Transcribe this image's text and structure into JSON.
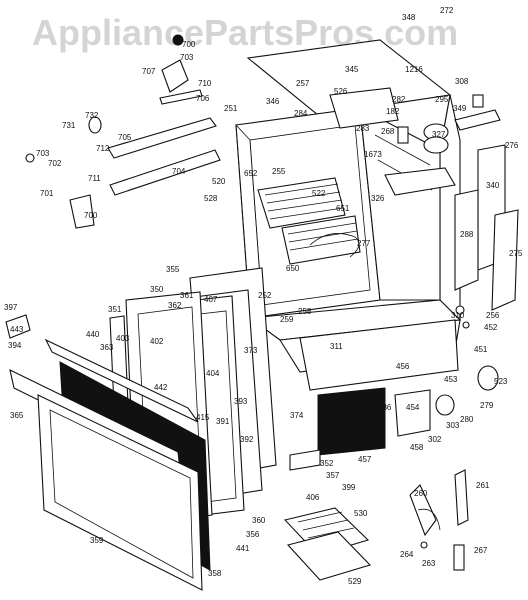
{
  "watermark": "AppliancePartsPros.com",
  "part_numbers": [
    "348",
    "272",
    "700",
    "345",
    "1216",
    "308",
    "703",
    "707",
    "710",
    "257",
    "526",
    "282",
    "295",
    "349",
    "706",
    "346",
    "284",
    "182",
    "731",
    "732",
    "251",
    "283",
    "327",
    "268",
    "705",
    "712",
    "703",
    "702",
    "1673",
    "276",
    "711",
    "701",
    "704",
    "255",
    "652",
    "522",
    "520",
    "326",
    "340",
    "528",
    "651",
    "700",
    "288",
    "277",
    "650",
    "275",
    "355",
    "397",
    "351",
    "361",
    "362",
    "407",
    "256",
    "443",
    "350",
    "252",
    "259",
    "258",
    "310",
    "452",
    "440",
    "403",
    "402",
    "373",
    "311",
    "363",
    "394",
    "404",
    "451",
    "456",
    "442",
    "393",
    "453",
    "523",
    "365",
    "415",
    "374",
    "386",
    "454",
    "391",
    "280",
    "279",
    "392",
    "302",
    "303",
    "457",
    "458",
    "352",
    "357",
    "399",
    "260",
    "261",
    "406",
    "530",
    "359",
    "360",
    "356",
    "358",
    "441",
    "264",
    "263",
    "267",
    "529"
  ]
}
